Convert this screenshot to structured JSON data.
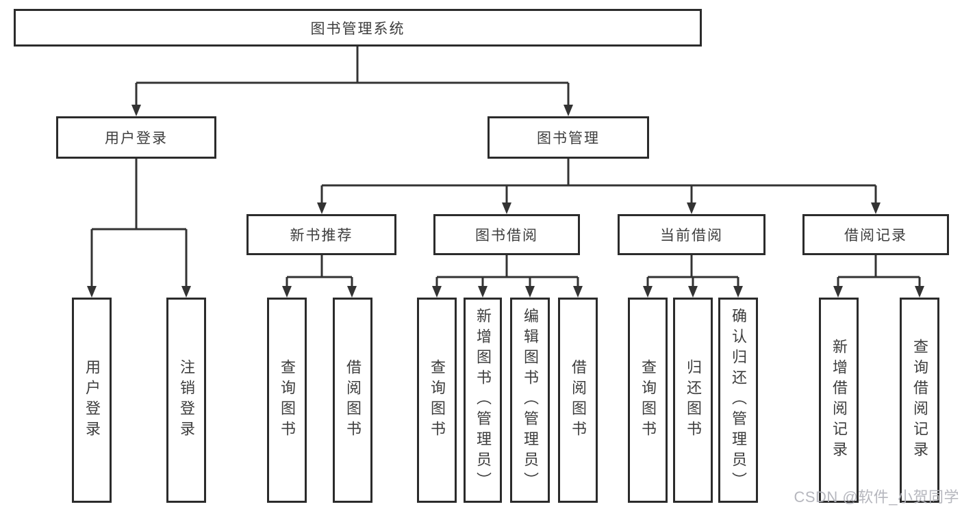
{
  "diagram": {
    "type": "hierarchy-flowchart",
    "colors": {
      "line": "#333333",
      "border": "#2b2b2b",
      "text": "#3d3d3d",
      "background": "#ffffff",
      "watermark": "#b2b3ba"
    },
    "tree": {
      "root": "图书管理系统",
      "children": [
        {
          "label": "用户登录",
          "children": [
            "用户登录",
            "注销登录"
          ]
        },
        {
          "label": "图书管理",
          "children": [
            {
              "label": "新书推荐",
              "children": [
                "查询图书",
                "借阅图书"
              ]
            },
            {
              "label": "图书借阅",
              "children": [
                "查询图书",
                "新增图书（管理员）",
                "编辑图书（管理员）",
                "借阅图书"
              ]
            },
            {
              "label": "当前借阅",
              "children": [
                "查询图书",
                "归还图书",
                "确认归还（管理员）"
              ]
            },
            {
              "label": "借阅记录",
              "children": [
                "新增借阅记录",
                "查询借阅记录"
              ]
            }
          ]
        }
      ]
    },
    "watermark": "CSDN @软件_小贺同学"
  }
}
